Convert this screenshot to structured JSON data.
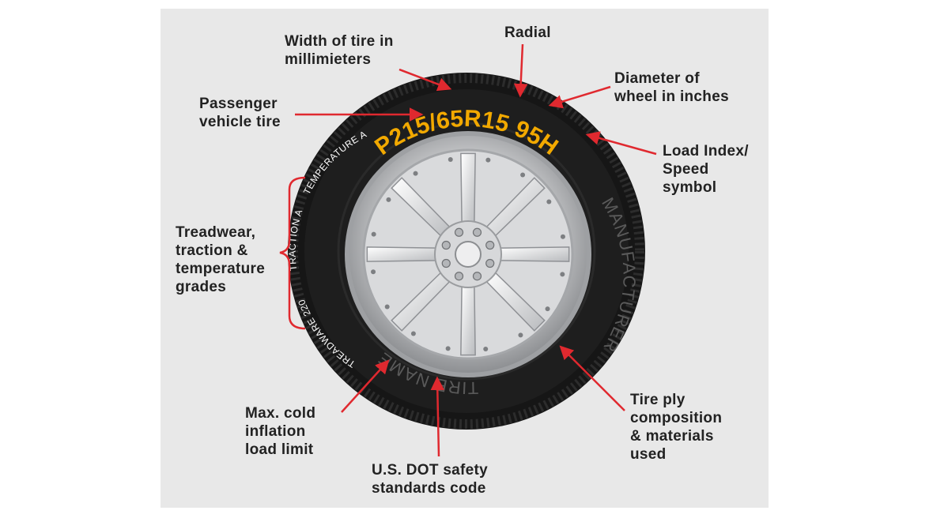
{
  "tire": {
    "size_code": "P215/65R15 95H",
    "temperature_grade": "TEMPERATURE A",
    "traction_grade": "TRACTION A",
    "treadwear_grade": "TREADWARE 220",
    "manufacturer_text": "MANUFACTURER",
    "tire_name_text": "TIRE NAME"
  },
  "labels": {
    "width": [
      "Width of tire in",
      "millimieters"
    ],
    "radial": [
      "Radial"
    ],
    "diameter": [
      "Diameter of",
      "wheel in inches"
    ],
    "passenger": [
      "Passenger",
      "vehicle tire"
    ],
    "load_speed": [
      "Load Index/",
      "Speed",
      "symbol"
    ],
    "grades": [
      "Treadwear,",
      "traction &",
      "temperature",
      "grades"
    ],
    "max_cold": [
      "Max. cold",
      "inflation",
      "load limit"
    ],
    "dot": [
      "U.S. DOT safety",
      "standards code"
    ],
    "ply": [
      "Tire ply",
      "composition",
      "& materials",
      "used"
    ]
  },
  "colors": {
    "background": "#e8e8e8",
    "arrow": "#e0292f",
    "size_code": "#f2a900",
    "tire": "#1a1a1a",
    "rim": "#c8c9cb"
  }
}
